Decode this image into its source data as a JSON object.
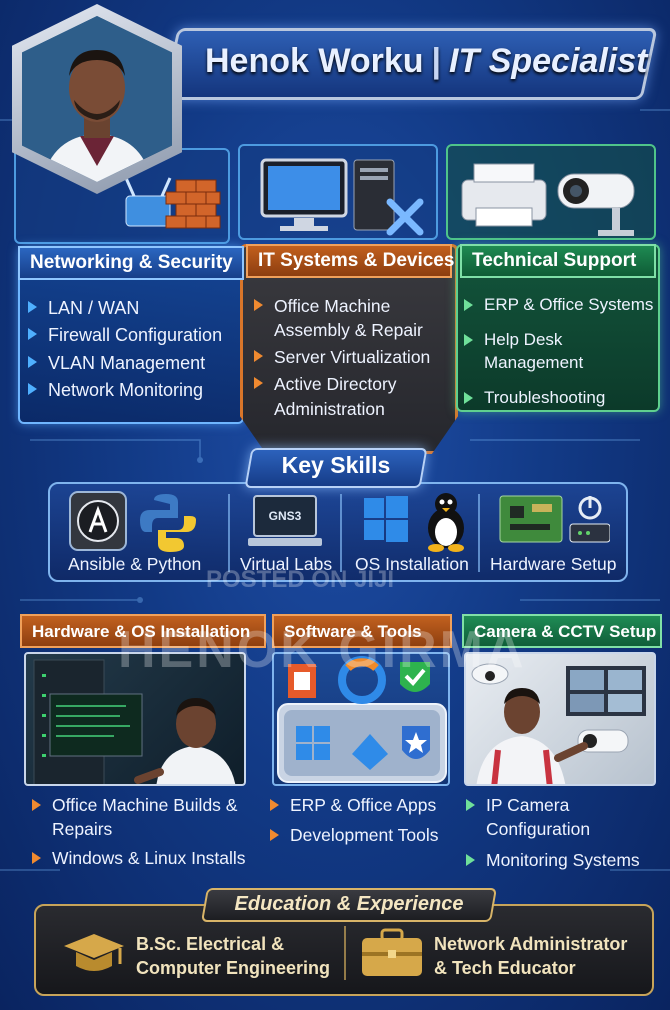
{
  "header": {
    "name": "Henok Worku",
    "separator": "|",
    "role": "IT Specialist"
  },
  "categories": [
    {
      "title": "Networking & Security",
      "items": [
        "LAN / WAN",
        "Firewall Configuration",
        "VLAN Management",
        "Network Monitoring"
      ]
    },
    {
      "title": "IT Systems & Devices",
      "items": [
        "Office Machine Assembly & Repair",
        "Server Virtualization",
        "Active Directory Administration"
      ]
    },
    {
      "title": "Technical Support",
      "items": [
        "ERP & Office Systems",
        "Help Desk Management",
        "Troubleshooting"
      ]
    }
  ],
  "key_skills": {
    "title": "Key Skills",
    "gns3_label": "GNS3",
    "items": [
      "Ansible & Python",
      "Virtual Labs",
      "OS Installation",
      "Hardware Setup"
    ]
  },
  "services": [
    {
      "title": "Hardware & OS Installation",
      "items": [
        "Office Machine Builds & Repairs",
        "Windows & Linux Installs"
      ]
    },
    {
      "title": "Software & Tools",
      "items": [
        "ERP & Office Apps",
        "Development Tools"
      ]
    },
    {
      "title": "Camera & CCTV Setup",
      "items": [
        "IP Camera Configuration",
        "Monitoring Systems"
      ]
    }
  ],
  "education": {
    "title": "Education & Experience",
    "degree": "B.Sc. Electrical & Computer Engineering",
    "experience": "Network Administrator & Tech Educator"
  },
  "watermark": {
    "line1": "POSTED ON JIJI",
    "line2": "HENOK GIRMA"
  },
  "colors": {
    "background": "#123a86",
    "blue_accent": "#4fb0ff",
    "orange_accent": "#d9762a",
    "green_accent": "#5fd08f",
    "gold_accent": "#c7a45a"
  }
}
